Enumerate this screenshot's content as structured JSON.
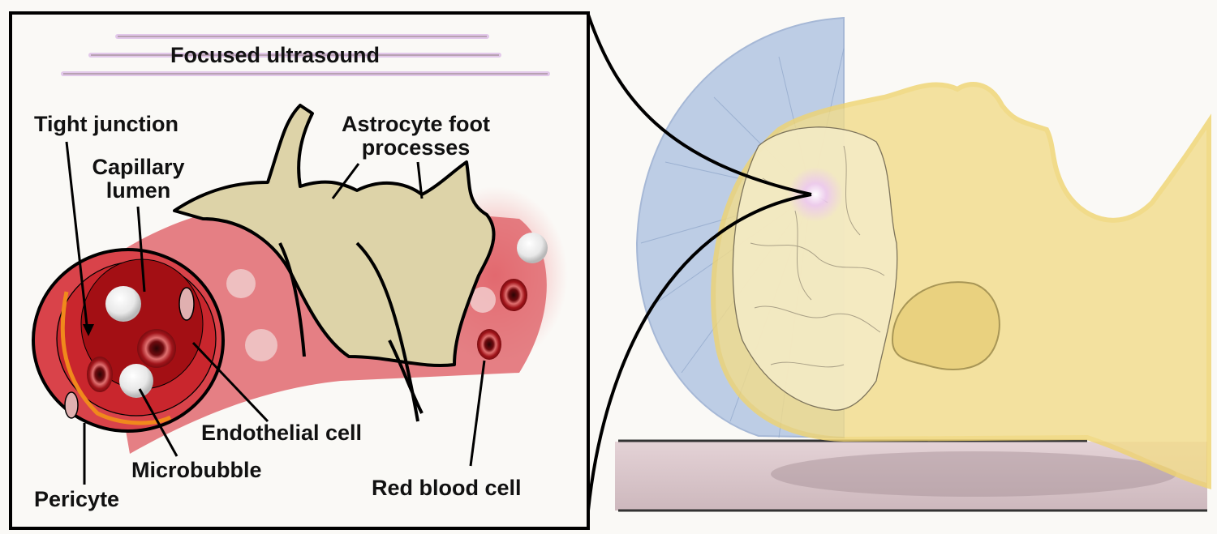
{
  "diagram": {
    "title": "Focused ultrasound",
    "labels": {
      "tight_junction": "Tight junction",
      "capillary_lumen_1": "Capillary",
      "capillary_lumen_2": "lumen",
      "astrocyte_1": "Astrocyte foot",
      "astrocyte_2": "processes",
      "endothelial_cell": "Endothelial cell",
      "microbubble": "Microbubble",
      "pericyte": "Pericyte",
      "red_blood_cell": "Red blood cell"
    },
    "colors": {
      "capillary": "#d9434a",
      "lumen_dark": "#a30f14",
      "astrocyte": "#ddd3a8",
      "pericyte": "#f0891c",
      "transducer": "#a9bfe0",
      "head": "#f2dc8a",
      "focal_spot": "#e9c8ee",
      "table": "#d8c4c8"
    }
  }
}
